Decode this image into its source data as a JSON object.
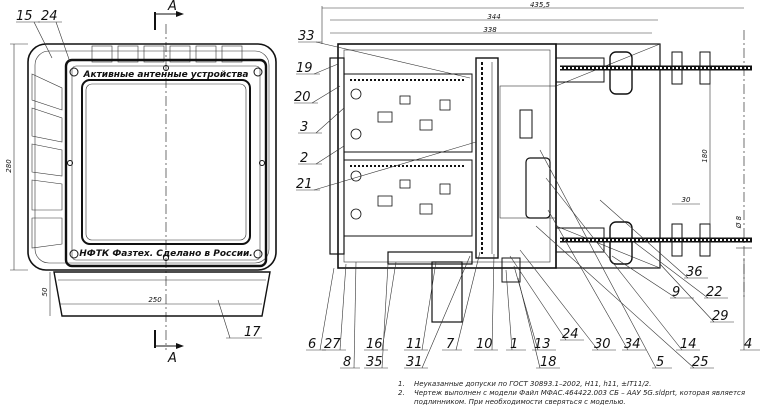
{
  "section_marks": [
    "A",
    "A"
  ],
  "plate_labels": {
    "top": "Активные антенные устройства",
    "bottom": "НФТК Фазтех. Сделано в России."
  },
  "dimensions": {
    "overall_width": "435,5",
    "width_344": "344",
    "width_338": "338",
    "front_height": "280",
    "base_height": "50",
    "base_width": "250",
    "side_height": "180",
    "bracket_30": "30",
    "rod_dia": "Ø 8"
  },
  "callouts": {
    "c15": "15",
    "c24": "24",
    "c17": "17",
    "c33": "33",
    "c19": "19",
    "c20": "20",
    "c3": "3",
    "c2": "2",
    "c21": "21",
    "c6": "6",
    "c27": "27",
    "c8": "8",
    "c16": "16",
    "c35": "35",
    "c11": "11",
    "c31": "31",
    "c7": "7",
    "c10": "10",
    "c1": "1",
    "c13": "13",
    "c18": "18",
    "c24b": "24",
    "c30": "30",
    "c34": "34",
    "c5": "5",
    "c25": "25",
    "c14": "14",
    "c29": "29",
    "c4": "4",
    "c9": "9",
    "c22": "22",
    "c36": "36"
  },
  "notes": [
    {
      "num": "1.",
      "text": "Неуказанные допуски по ГОСТ 30893.1–2002, H11, h11, ±IT11/2."
    },
    {
      "num": "2.",
      "text": "Чертеж выполнен с модели Файл МФАС.464422.003 СБ – ААУ 5G.sldprt, которая является"
    },
    {
      "num": "",
      "text": "подлинником. При необходимости сверяться с моделью."
    }
  ]
}
